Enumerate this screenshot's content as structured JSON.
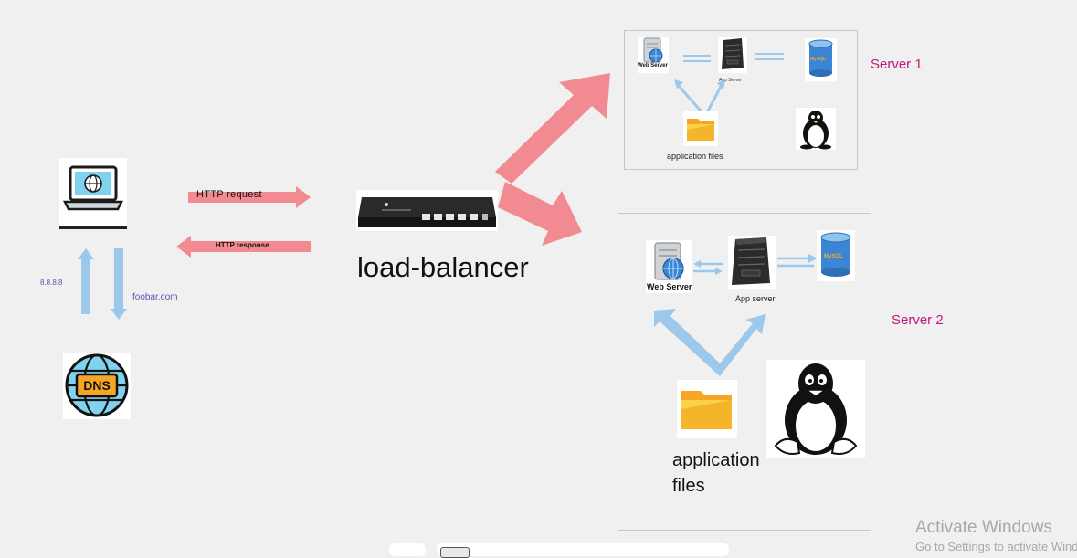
{
  "client": {
    "http_request_label": "HTTP request",
    "http_response_label": "HTTP response",
    "dns_ip_label": "8.8.8.8",
    "dns_query_label": "foobar.com",
    "dns_icon_text": "DNS"
  },
  "load_balancer": {
    "label": "load-balancer"
  },
  "server1": {
    "title": "Server 1",
    "web_server_label": "Web Server",
    "app_server_label": "App Server",
    "app_files_label": "application files",
    "db_logo_text": "MySQL"
  },
  "server2": {
    "title": "Server 2",
    "web_server_label": "Web Server",
    "app_server_label": "App server",
    "app_files_label_line1": "application",
    "app_files_label_line2": "files",
    "db_logo_text": "MySQL"
  },
  "watermark": {
    "line1": "Activate Windows",
    "line2": "Go to Settings to activate Windows."
  },
  "colors": {
    "background": "#f0f0f0",
    "red_arrow": "#f28b91",
    "blue_arrow": "#9cc8ec",
    "server_title": "#c2187a",
    "dns_label": "#6a4cb0"
  }
}
